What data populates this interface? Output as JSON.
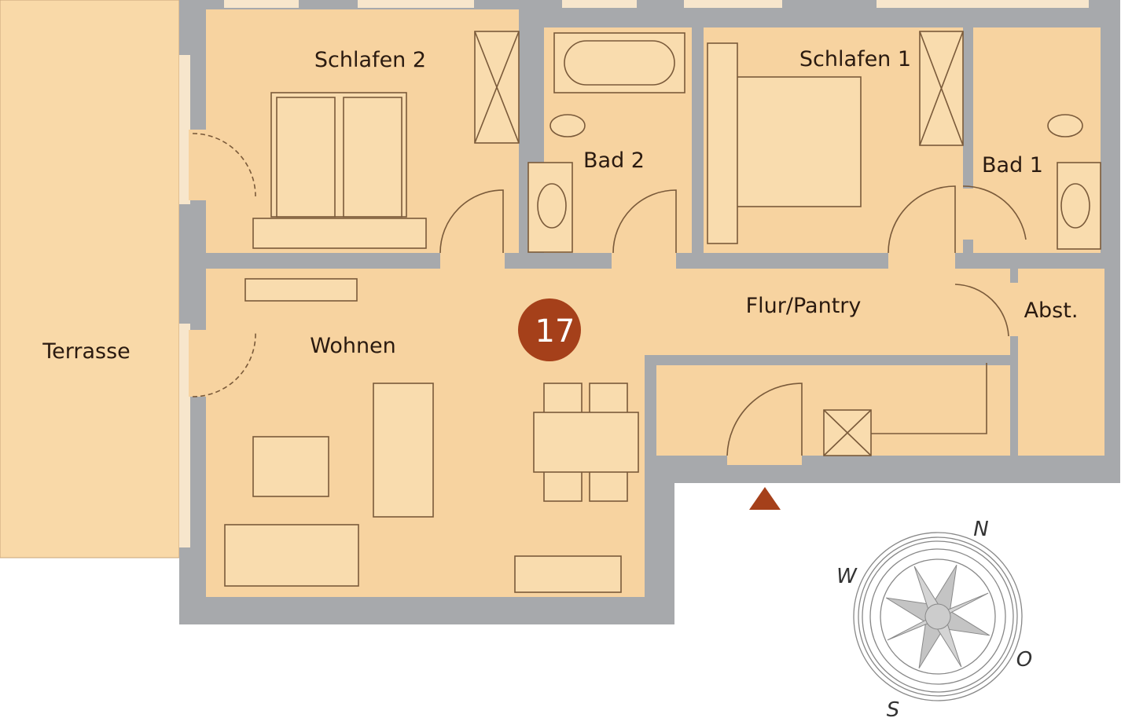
{
  "rooms": {
    "terrace": "Terrasse",
    "bedroom2": "Schlafen 2",
    "bath2": "Bad 2",
    "bedroom1": "Schlafen 1",
    "bath1": "Bad 1",
    "living": "Wohnen",
    "hall": "Flur/Pantry",
    "storage": "Abst."
  },
  "unit_number": "17",
  "compass": {
    "north": "N",
    "east": "O",
    "south": "S",
    "west": "W"
  },
  "colors": {
    "floor": "#f7d3a0",
    "terrace": "#f9d9a8",
    "wall": "#a7a9ac",
    "badge": "#a5401a"
  }
}
